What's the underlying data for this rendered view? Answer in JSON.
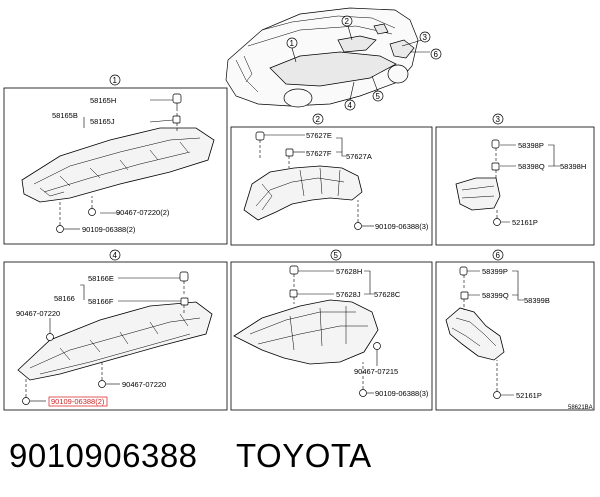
{
  "diagram_id": "58621BA",
  "footer": {
    "part_number": "9010906388",
    "brand": "TOYOTA"
  },
  "callouts": [
    "1",
    "2",
    "3",
    "4",
    "5",
    "6"
  ],
  "panels": {
    "p1": {
      "index": "1",
      "labels": {
        "a": "58165H",
        "b": "58165B",
        "c": "58165J",
        "d": "90467-07220(2)",
        "e": "90109-06388(2)"
      }
    },
    "p2": {
      "index": "2",
      "labels": {
        "a": "57627E",
        "b": "57627F",
        "c": "57627A",
        "d": "90109-06388(3)"
      }
    },
    "p3": {
      "index": "3",
      "labels": {
        "a": "58398P",
        "b": "58398Q",
        "c": "58398H",
        "d": "52161P"
      }
    },
    "p4": {
      "index": "4",
      "labels": {
        "a": "58166E",
        "b": "58166",
        "c": "58166F",
        "d": "90467-07220",
        "e": "90467-07220",
        "f": "90109-06388(2)"
      }
    },
    "p5": {
      "index": "5",
      "labels": {
        "a": "57628H",
        "b": "57628J",
        "c": "57628C",
        "d": "90467-07215",
        "e": "90109-06388(3)"
      }
    },
    "p6": {
      "index": "6",
      "labels": {
        "a": "58399P",
        "b": "58399Q",
        "c": "58399B",
        "d": "52161P"
      }
    }
  }
}
